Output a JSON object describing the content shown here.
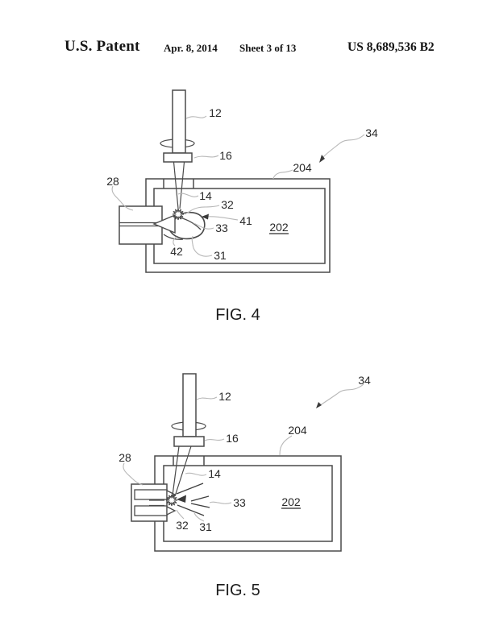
{
  "header": {
    "title": "U.S. Patent",
    "date": "Apr. 8, 2014",
    "sheet": "Sheet 3 of 13",
    "patent_number": "US 8,689,536 B2"
  },
  "fig4": {
    "caption": "FIG. 4",
    "ref_12": "12",
    "ref_16": "16",
    "ref_28": "28",
    "ref_14": "14",
    "ref_32": "32",
    "ref_41": "41",
    "ref_33": "33",
    "ref_42": "42",
    "ref_31": "31",
    "ref_202": "202",
    "ref_204": "204",
    "ref_34": "34"
  },
  "fig5": {
    "caption": "FIG. 5",
    "ref_12": "12",
    "ref_16": "16",
    "ref_28": "28",
    "ref_14": "14",
    "ref_32": "32",
    "ref_33": "33",
    "ref_31": "31",
    "ref_202": "202",
    "ref_204": "204",
    "ref_34": "34"
  },
  "colors": {
    "ink": "#4a4a4a",
    "leader": "#b8b8b8",
    "text": "#2a2a2a"
  }
}
